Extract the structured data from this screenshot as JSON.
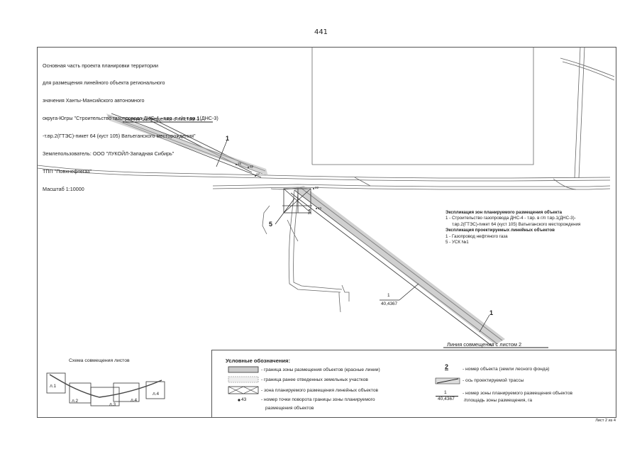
{
  "page_number": "441",
  "title_lines": [
    "Основная часть проекта планировки территории",
    "для размещения линейного объекта регионального",
    "значения Ханты-Мансийского автономного",
    "округа-Югры \"Строительство газопровода ДНС-4 - т.вр. в г/п т.вр.1(ДНС-3)",
    "-т.вр.2(ГТЭС)-пикет 64 (куст 105) Ватьеганского месторождения\"",
    "Землепользователь: ООО \"ЛУКОЙЛ-Западная Сибирь\"",
    "ТПП \"Повхнефтегаз\"",
    "Масштаб 1:10000"
  ],
  "map": {
    "match_line_1": "Линия совмещения с листом 1",
    "match_line_2": "Линия совмещения с листом 2",
    "object_label_1a": "1",
    "object_label_1b": "1",
    "object_label_5": "5",
    "zone_number": "1",
    "zone_area": "40,4367",
    "points": [
      "25",
      "26",
      "22",
      "23",
      "24",
      "27"
    ]
  },
  "explication": {
    "zones_heading": "Экспликация зон планируемого размещения объекта",
    "zone_item_1": "1 - Строительство газопровода ДНС-4 - т.вр. в г/п т.вр.1(ДНС-3)-",
    "zone_item_1b": "т.вр.2(ГТЭС)-пикет 64 (куст 105) Ватьеганского месторождения",
    "objects_heading": "Экспликация проектируемых линейных объектов",
    "object_item_1": "1 - Газопровод нефтяного газа",
    "object_item_5": "5 - УСК №1"
  },
  "schema": {
    "title": "Схема совмещения листов",
    "sheets": [
      "л.1",
      "л.2",
      "л.3",
      "л.4",
      "л.4"
    ]
  },
  "legend": {
    "title": "Условные обозначения:",
    "items": [
      "- граница зоны размещения объектов (красные линии)",
      "- граница ранее отведенных земельных участков",
      "- зона планируемого размещения линейных объектов",
      "- номер точки поворота границы зоны планируемого",
      "размещения объектов"
    ],
    "point_sample": "43",
    "object_num_sample": "2",
    "object_num_desc": "- номер объекта (земли лесного фонда)",
    "axis_desc": "- ось проектируемой трассы",
    "zone_num_sample": "1",
    "zone_area_sample": "40,4367",
    "zone_desc_1": "- номер зоны планируемого размещения объектов",
    "zone_desc_2": "/площадь зоны размещения, га"
  },
  "sheet_label": "Лист 2 из 4"
}
